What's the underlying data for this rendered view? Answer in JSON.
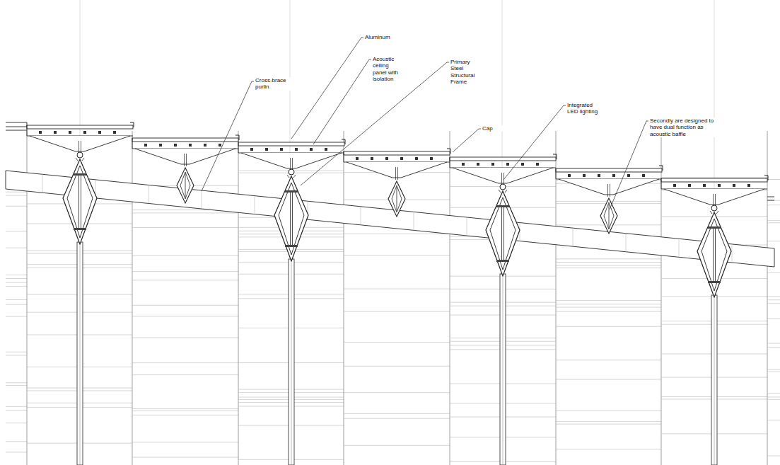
{
  "diagram": {
    "labels": [
      "Aluminum",
      "Acoustic ceiling panel with isolation",
      "Primary Steel Structural Frame",
      "Cross-brace purlin",
      "Integrated LED lighting",
      "Cap",
      "Secondly are designed to have dual function as acoustic baffle"
    ]
  }
}
